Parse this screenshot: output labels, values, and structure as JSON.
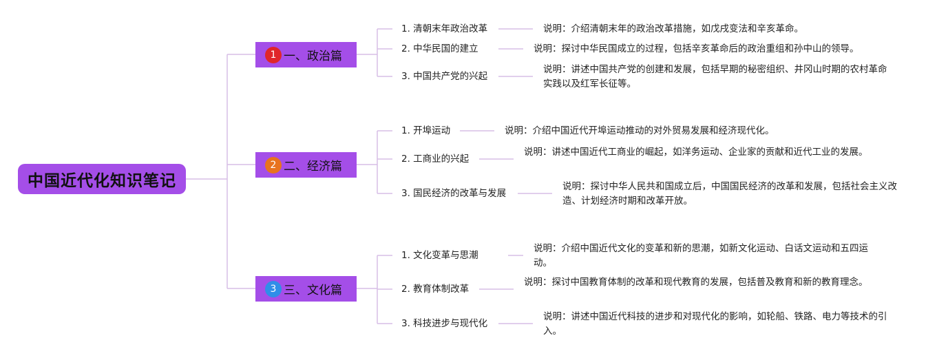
{
  "root": {
    "title": "中国近代化知识笔记"
  },
  "branches": [
    {
      "number": "1",
      "badge_color": "#e0262a",
      "label": "一、政治篇",
      "topics": [
        {
          "title": "1. 清朝末年政治改革",
          "desc": "说明：介绍清朝末年的政治改革措施，如戊戌变法和辛亥革命。"
        },
        {
          "title": "2. 中华民国的建立",
          "desc": "说明：探讨中华民国成立的过程，包括辛亥革命后的政治重组和孙中山的领导。"
        },
        {
          "title": "3. 中国共产党的兴起",
          "desc": "说明：讲述中国共产党的创建和发展，包括早期的秘密组织、井冈山时期的农村革命实践以及红军长征等。"
        }
      ]
    },
    {
      "number": "2",
      "badge_color": "#e8731e",
      "label": "二、经济篇",
      "topics": [
        {
          "title": "1. 开埠运动",
          "desc": "说明：介绍中国近代开埠运动推动的对外贸易发展和经济现代化。"
        },
        {
          "title": "2. 工商业的兴起",
          "desc": "说明：讲述中国近代工商业的崛起，如洋务运动、企业家的贡献和近代工业的发展。"
        },
        {
          "title": "3. 国民经济的改革与发展",
          "desc": "说明：探讨中华人民共和国成立后，中国国民经济的改革和发展，包括社会主义改造、计划经济时期和改革开放。"
        }
      ]
    },
    {
      "number": "3",
      "badge_color": "#2f8ee8",
      "label": "三、文化篇",
      "topics": [
        {
          "title": "1. 文化变革与思潮",
          "desc": "说明：介绍中国近代文化的变革和新的思潮，如新文化运动、白话文运动和五四运动。"
        },
        {
          "title": "2. 教育体制改革",
          "desc": "说明：探讨中国教育体制的改革和现代教育的发展，包括普及教育和新的教育理念。"
        },
        {
          "title": "3. 科技进步与现代化",
          "desc": "说明：讲述中国近代科技的进步和对现代化的影响，如轮船、铁路、电力等技术的引入。"
        }
      ]
    }
  ],
  "colors": {
    "node": "#a44ee8",
    "connector": "#d7bde6"
  }
}
